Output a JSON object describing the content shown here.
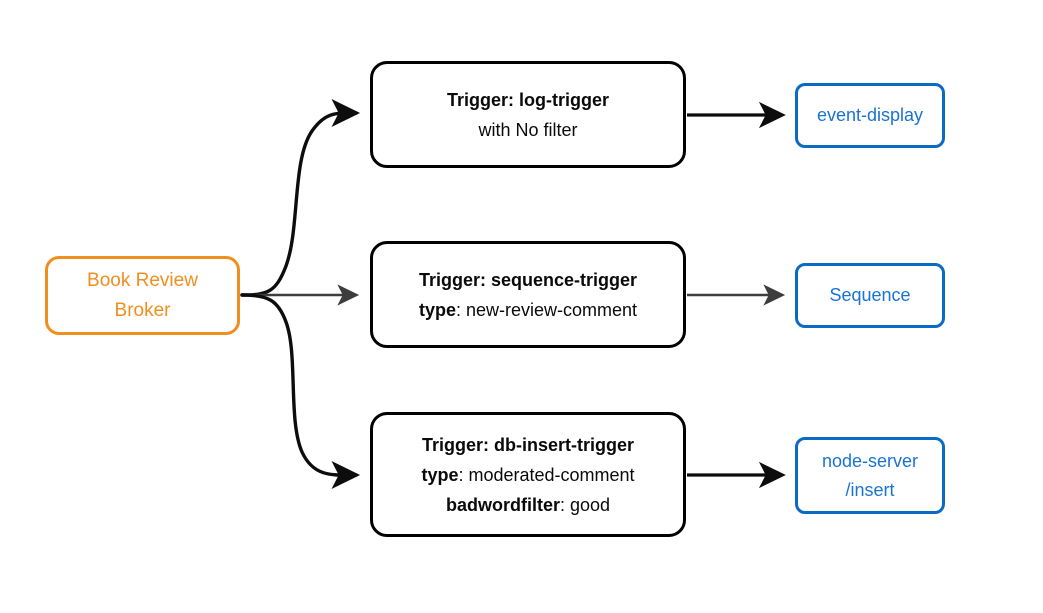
{
  "diagram": {
    "title": "Book Review Broker event trigger routing",
    "colors": {
      "broker_accent": "#ef8f20",
      "trigger_border": "#000000",
      "service_accent": "#0b6bc4",
      "service_text": "#1a73d4",
      "edge_black": "#0d0d0d",
      "edge_gray": "#3d3d3d",
      "background": "#ffffff"
    },
    "broker": {
      "name": "book-review-broker",
      "line1": "Book Review",
      "line2": "Broker"
    },
    "triggers": [
      {
        "id": "log-trigger",
        "line1_bold": "Trigger: log-trigger",
        "line2_bold": "",
        "line2_rest": "with No filter",
        "line3_bold": "",
        "line3_rest": ""
      },
      {
        "id": "sequence-trigger",
        "line1_bold": "Trigger: sequence-trigger",
        "line2_bold": "type",
        "line2_rest": ": new-review-comment",
        "line3_bold": "",
        "line3_rest": ""
      },
      {
        "id": "db-insert-trigger",
        "line1_bold": "Trigger: db-insert-trigger",
        "line2_bold": "type",
        "line2_rest": ": moderated-comment",
        "line3_bold": "badwordfilter",
        "line3_rest": ": good"
      }
    ],
    "services": [
      {
        "id": "event-display",
        "line1": "event-display",
        "line2": ""
      },
      {
        "id": "sequence",
        "line1": "Sequence",
        "line2": ""
      },
      {
        "id": "node-server-insert",
        "line1": "node-server",
        "line2": "/insert"
      }
    ],
    "edges": [
      {
        "from": "book-review-broker",
        "to": "log-trigger",
        "style": "curve",
        "color": "#0d0d0d"
      },
      {
        "from": "book-review-broker",
        "to": "sequence-trigger",
        "style": "straight",
        "color": "#3d3d3d"
      },
      {
        "from": "book-review-broker",
        "to": "db-insert-trigger",
        "style": "curve",
        "color": "#0d0d0d"
      },
      {
        "from": "log-trigger",
        "to": "event-display",
        "style": "straight",
        "color": "#0d0d0d"
      },
      {
        "from": "sequence-trigger",
        "to": "sequence",
        "style": "straight",
        "color": "#3d3d3d"
      },
      {
        "from": "db-insert-trigger",
        "to": "node-server-insert",
        "style": "straight",
        "color": "#0d0d0d"
      }
    ]
  }
}
